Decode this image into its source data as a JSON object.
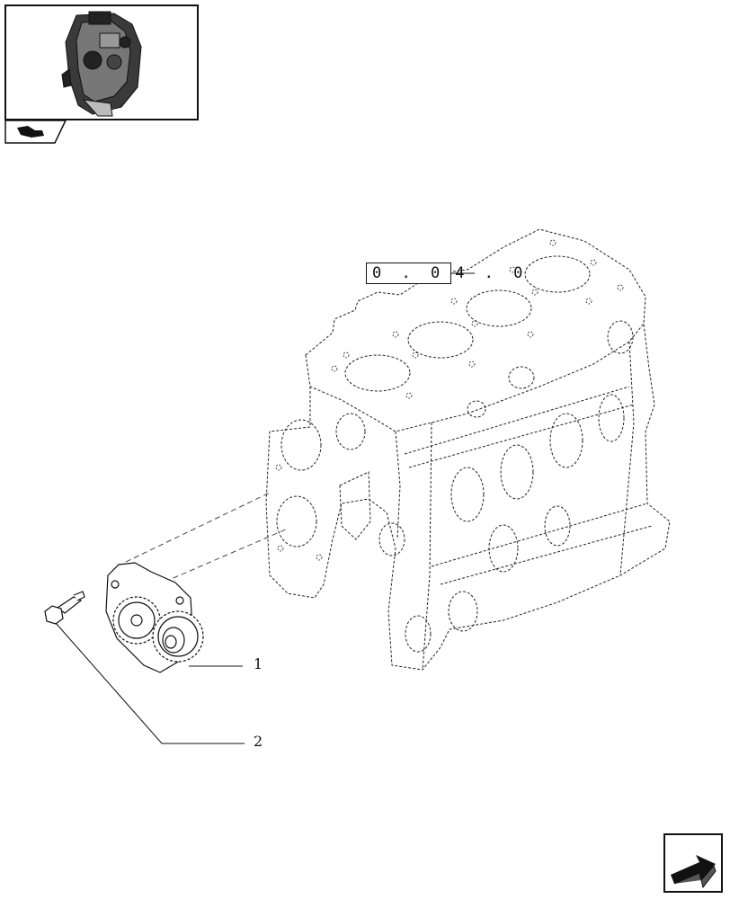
{
  "reference": {
    "boxed_part": "0 . 0",
    "rest_part": "4 . 0"
  },
  "callouts": [
    {
      "number": "1",
      "part": "oil-pump"
    },
    {
      "number": "2",
      "part": "bolt"
    }
  ],
  "thumbnail": {
    "icon": "engine-assembly-thumbnail",
    "tab_icon": "engine-block-tab-icon"
  },
  "navigation": {
    "icon": "next-page-arrow-icon"
  }
}
